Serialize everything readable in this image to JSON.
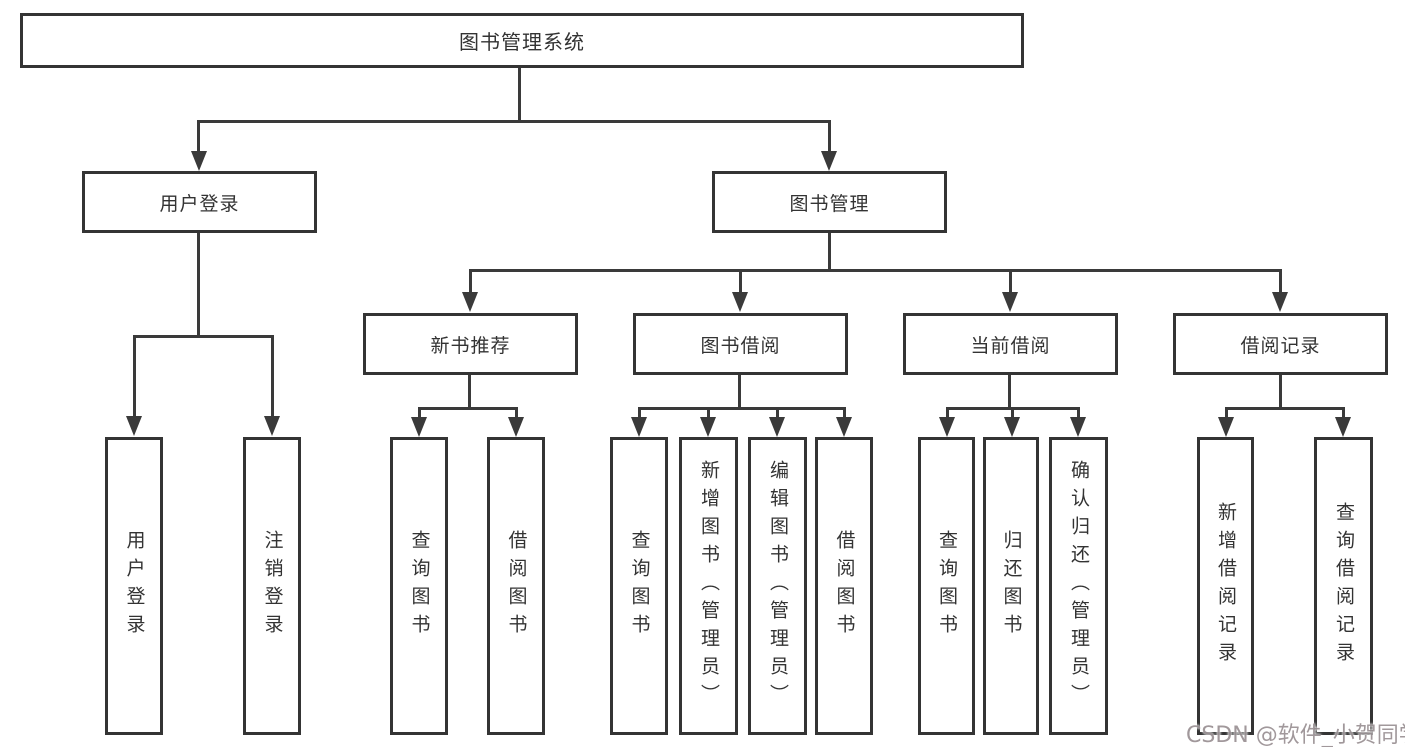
{
  "diagram": {
    "title": "图书管理系统",
    "root": {
      "label": "图书管理系统"
    },
    "level2": [
      {
        "label": "用户登录"
      },
      {
        "label": "图书管理"
      }
    ],
    "level3": [
      {
        "label": "新书推荐"
      },
      {
        "label": "图书借阅"
      },
      {
        "label": "当前借阅"
      },
      {
        "label": "借阅记录"
      }
    ],
    "leaves": {
      "user_login": [
        "用户登录",
        "注销登录"
      ],
      "new_books": [
        "查询图书",
        "借阅图书"
      ],
      "book_borrow": [
        "查询图书",
        "新增图书（管理员）",
        "编辑图书（管理员）",
        "借阅图书"
      ],
      "current_borrow": [
        "查询图书",
        "归还图书",
        "确认归还（管理员）"
      ],
      "borrow_records": [
        "新增借阅记录",
        "查询借阅记录"
      ]
    }
  },
  "watermark": {
    "text": "CSDN @软件_小贺同学"
  },
  "colors": {
    "line": "#3a3a3a",
    "border": "#343434",
    "text": "#333333",
    "watermark": "#9c9396",
    "background": "#ffffff"
  }
}
